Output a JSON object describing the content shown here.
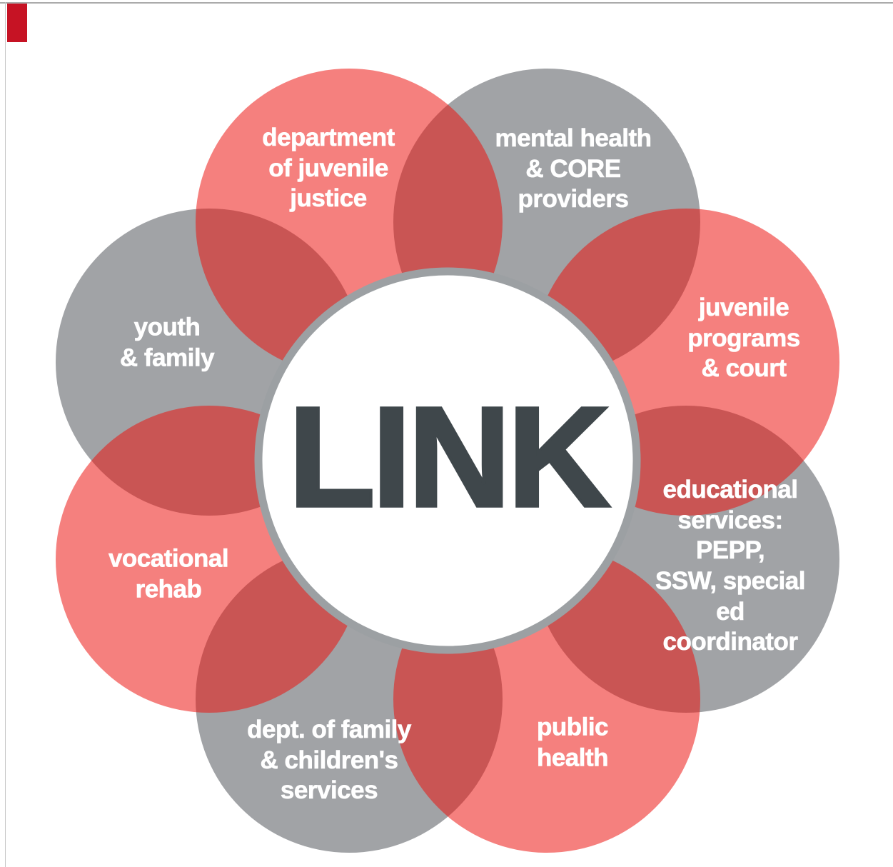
{
  "diagram": {
    "title": "LINK",
    "petals": [
      {
        "name": "department-of-juvenile-justice",
        "label": "department\nof juvenile\njustice",
        "color_role": "red"
      },
      {
        "name": "mental-health-core-providers",
        "label": "mental health\n& CORE\nproviders",
        "color_role": "gray"
      },
      {
        "name": "juvenile-programs-court",
        "label": "juvenile\nprograms\n& court",
        "color_role": "red"
      },
      {
        "name": "educational-services",
        "label": "educational\nservices: PEPP,\nSSW, special ed\ncoordinator",
        "color_role": "gray"
      },
      {
        "name": "public-health",
        "label": "public\nhealth",
        "color_role": "red"
      },
      {
        "name": "dept-family-childrens-services",
        "label": "dept. of family\n& children's\nservices",
        "color_role": "gray"
      },
      {
        "name": "vocational-rehab",
        "label": "vocational\nrehab",
        "color_role": "red"
      },
      {
        "name": "youth-family",
        "label": "youth\n& family",
        "color_role": "gray"
      }
    ],
    "colors": {
      "petal_red_visible": "#f58080",
      "petal_red_fill": "rgba(236,17,14,0.535)",
      "petal_gray_fill": "#a1a3a6",
      "overlap_red": "#c75156",
      "center_ring": "#9ca0a3",
      "center_fill": "#ffffff",
      "title_color": "#3f474b",
      "label_color": "#ffffff",
      "corner_marker_red": "#c61324"
    }
  }
}
